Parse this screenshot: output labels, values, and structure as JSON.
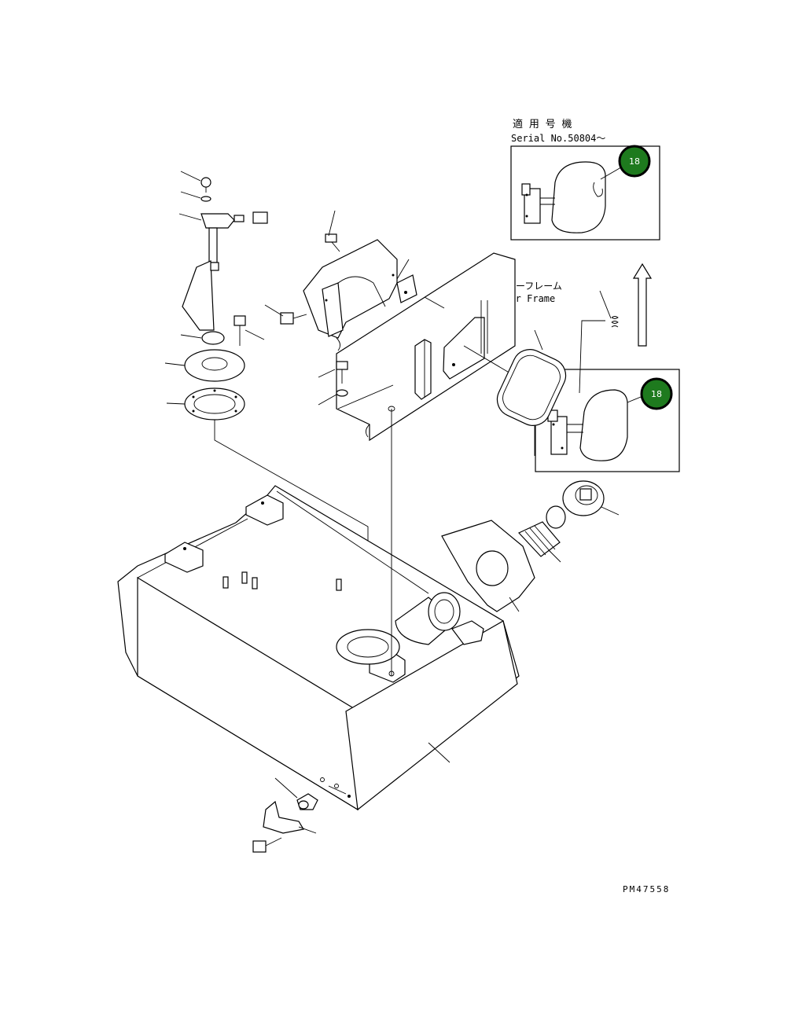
{
  "applicable_heading": "適 用 号 機",
  "serial_label": "Serial No.50804～",
  "rear_frame_jp": "リヤーフレーム",
  "rear_frame_en": "Rear Frame",
  "drawing_code": "PM47558",
  "badges": [
    {
      "text": "18",
      "color": "#1e7a1e"
    },
    {
      "text": "18",
      "color": "#1e7a1e"
    }
  ]
}
